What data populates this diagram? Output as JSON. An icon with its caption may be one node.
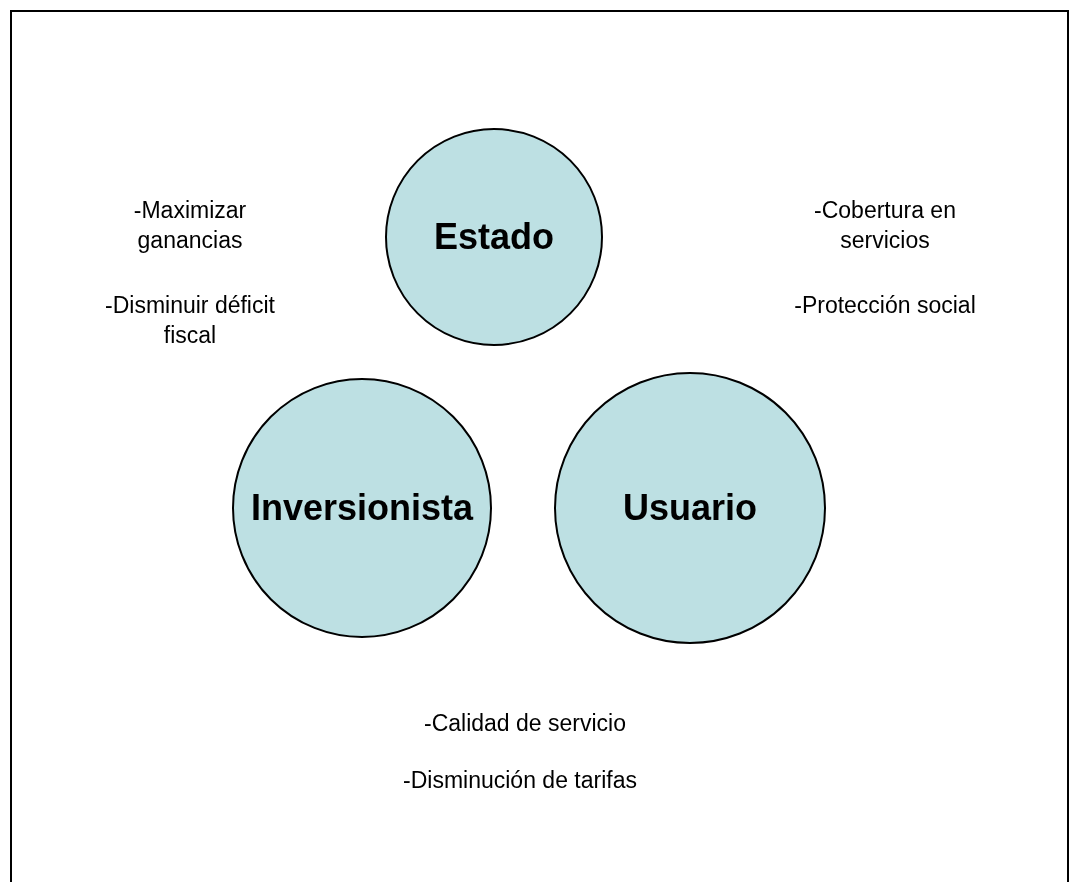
{
  "diagram": {
    "nodes": [
      {
        "text": [
          "Estado"
        ]
      },
      {
        "text": [
          "Inversionista"
        ]
      },
      {
        "text": [
          "Usuario"
        ]
      }
    ],
    "labels": [
      "-Maximizar ganancias",
      "-Disminuir déficit fiscal",
      "-Cobertura en servicios",
      "-Protección social",
      "-Calidad de servicio",
      "-Disminución de tarifas"
    ]
  }
}
